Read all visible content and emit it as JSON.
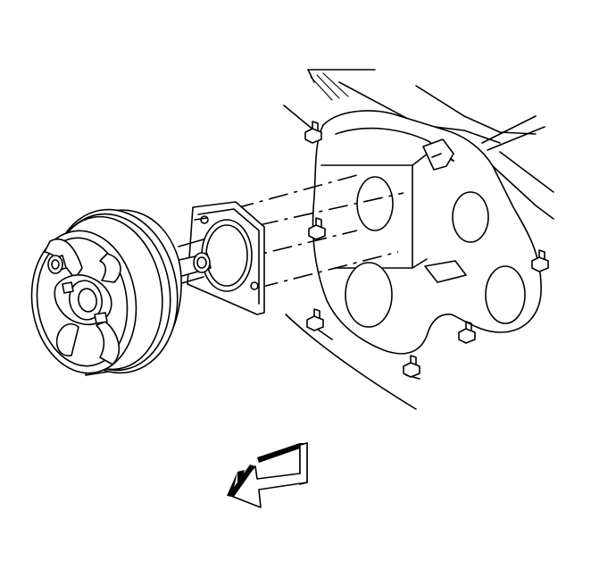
{
  "figure": {
    "background": "#ffffff",
    "line_color": "#000000",
    "components": [
      "vacuum-booster",
      "booster-gasket",
      "dash-panel",
      "mounting-stud",
      "mounting-nut",
      "direction-arrow"
    ]
  }
}
